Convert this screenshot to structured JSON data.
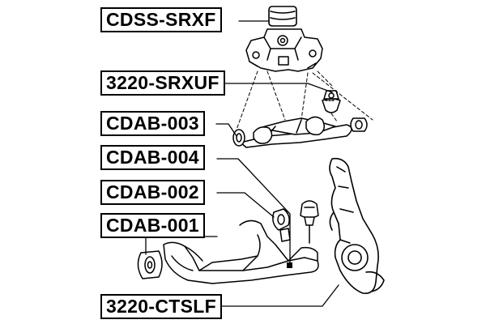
{
  "parts": [
    {
      "id": "p1",
      "code": "CDSS-SRXF"
    },
    {
      "id": "p2",
      "code": "3220-SRXUF"
    },
    {
      "id": "p3",
      "code": "CDAB-003"
    },
    {
      "id": "p4",
      "code": "CDAB-004"
    },
    {
      "id": "p5",
      "code": "CDAB-002"
    },
    {
      "id": "p6",
      "code": "CDAB-001"
    },
    {
      "id": "p7",
      "code": "3220-CTSLF"
    }
  ],
  "colors": {
    "line": "#000000",
    "background": "#ffffff",
    "label_border": "#000000"
  }
}
